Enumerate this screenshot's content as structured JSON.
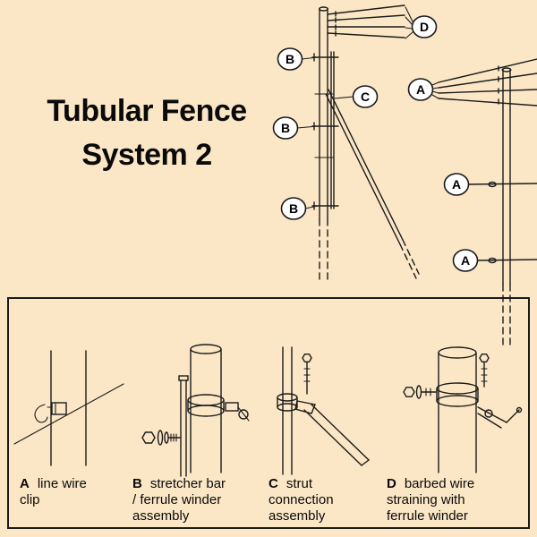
{
  "meta": {
    "background_color": "#fbe7c6",
    "line_color": "#1b1b1b",
    "callout_fill": "#ffffff"
  },
  "title": {
    "line1": "Tubular Fence",
    "line2": "System 2"
  },
  "diagram": {
    "callouts": {
      "d": "D",
      "b_top": "B",
      "c": "C",
      "b_mid": "B",
      "b_bottom": "B",
      "a_top": "A",
      "a_mid": "A",
      "a_bottom": "A"
    }
  },
  "legend": {
    "items": [
      {
        "letter": "A",
        "label": "line wire clip"
      },
      {
        "letter": "B",
        "label": "stretcher bar / ferrule winder assembly"
      },
      {
        "letter": "C",
        "label": "strut connection assembly"
      },
      {
        "letter": "D",
        "label": "barbed wire straining with ferrule winder"
      }
    ]
  }
}
